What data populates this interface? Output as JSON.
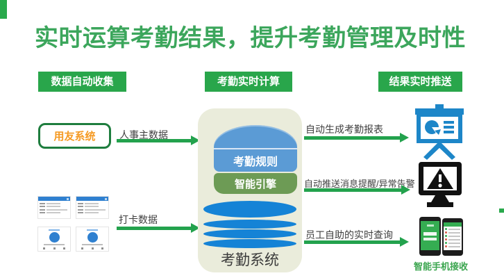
{
  "colors": {
    "accent_green": "#2aa94c",
    "title_green": "#3ca65c",
    "dark_green_border": "#1e7d3e",
    "orange": "#f59a23",
    "dome_blue": "#5b9bd5",
    "database_blue": "#1583d6",
    "engine_olive": "#6d9b55",
    "icon_blue": "#1d86c8",
    "icon_black": "#111111"
  },
  "title": "实时运算考勤结果，提升考勤管理及时性",
  "stage_headers": {
    "collect": "数据自动收集",
    "compute": "考勤实时计算",
    "push": "结果实时推送"
  },
  "left": {
    "source_system": "用友系统",
    "hr_flow_label": "人事主数据",
    "punch_flow_label": "打卡数据"
  },
  "center": {
    "rules": "考勤规则",
    "engine": "智能引擎",
    "system": "考勤系统"
  },
  "right": {
    "report_flow_label": "自动生成考勤报表",
    "alert_flow_label": "自动推送消息提醒/异常告警",
    "query_flow_label": "员工自助的实时查询",
    "phone_caption": "智能手机接收"
  },
  "icons": {
    "report": "presentation-board-icon",
    "alert": "monitor-warning-icon",
    "query": "smartphone-icons"
  }
}
